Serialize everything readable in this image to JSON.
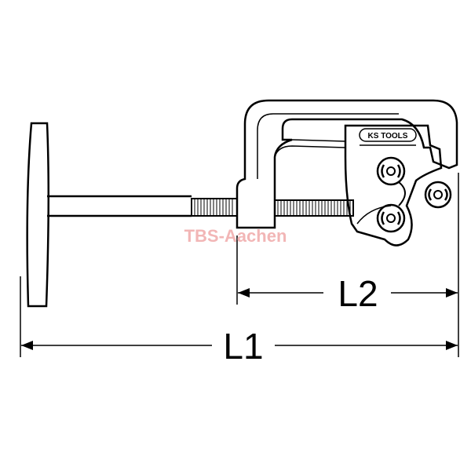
{
  "dimensions": {
    "l1": "L1",
    "l2": "L2"
  },
  "brand": {
    "logo_text": "KS TOOLS"
  },
  "watermark": "TBS-Aachen",
  "colors": {
    "line": "#000000",
    "watermark": "#f2b6b6",
    "background": "#ffffff"
  }
}
